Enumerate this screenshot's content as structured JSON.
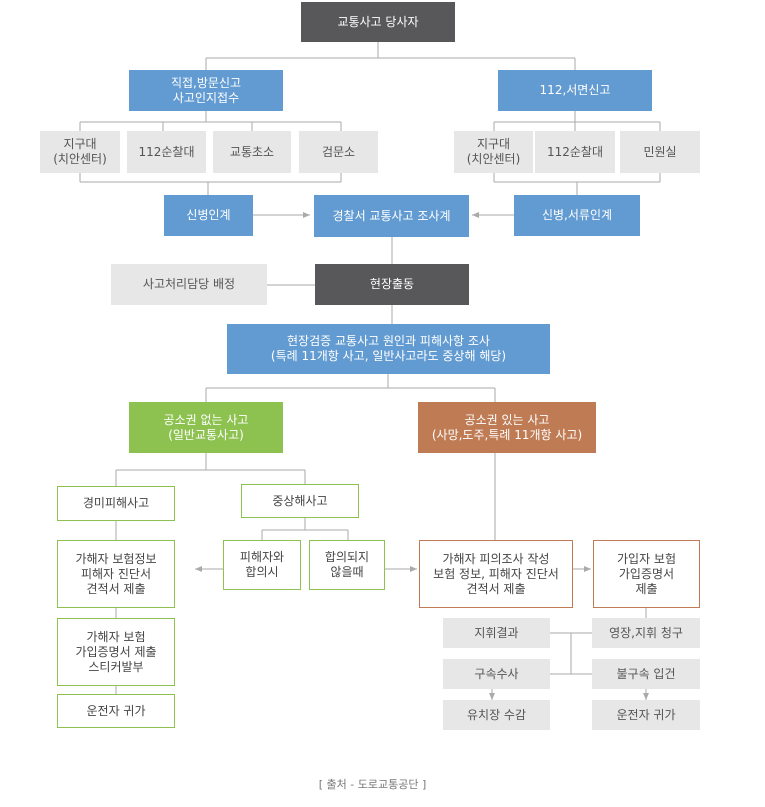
{
  "flowchart": {
    "title": "교통사고 당사자",
    "report_direct": "직접,방문신고\n사고인지접수",
    "report_112": "112,서면신고",
    "left_offices": [
      "지구대\n(치안센터)",
      "112순찰대",
      "교통초소",
      "검문소"
    ],
    "right_offices": [
      "지구대\n(치안센터)",
      "112순찰대",
      "민원실"
    ],
    "transfer_person": "신병인계",
    "police_team": "경찰서 교통사고 조사계",
    "transfer_docs": "신병,서류인계",
    "assign_officer": "사고처리담당 배정",
    "dispatch": "현장출동",
    "investigation": "현장검증 교통사고 원인과 피해사항 조사\n(특례 11개항 사고, 일반사고라도 중상해 해당)",
    "no_prosecution": "공소권 없는 사고\n(일반교통사고)",
    "prosecution": "공소권 있는 사고\n(사망,도주,특례 11개항 사고)",
    "minor_injury": "경미피해사고",
    "serious_injury": "중상해사고",
    "victim_agreed": "피해자와\n합의시",
    "not_agreed": "합의되지\n않을때",
    "left_doc1": "가해자 보험정보\n피해자 진단서\n견적서 제출",
    "left_doc2": "가해자 보험\n가입증명서 제출\n스티커발부",
    "left_return": "운전자 귀가",
    "suspect_report": "가해자 피의조사 작성\n보험 정보, 피해자 진단서\n견적서 제출",
    "insurance_cert": "가입자 보험\n가입증명서\n제출",
    "command_result": "지휘결과",
    "warrant": "영장,지휘 청구",
    "arrest": "구속수사",
    "no_arrest": "불구속 입건",
    "detention": "유치장 수감",
    "right_return": "운전자 귀가"
  },
  "source": "[ 출처 - 도로교통공단 ]",
  "colors": {
    "dark": "#58585a",
    "blue": "#629bd1",
    "gray": "#e7e7e7",
    "green": "#8dc150",
    "orange": "#bf7b54",
    "line": "#aaaaaa"
  }
}
